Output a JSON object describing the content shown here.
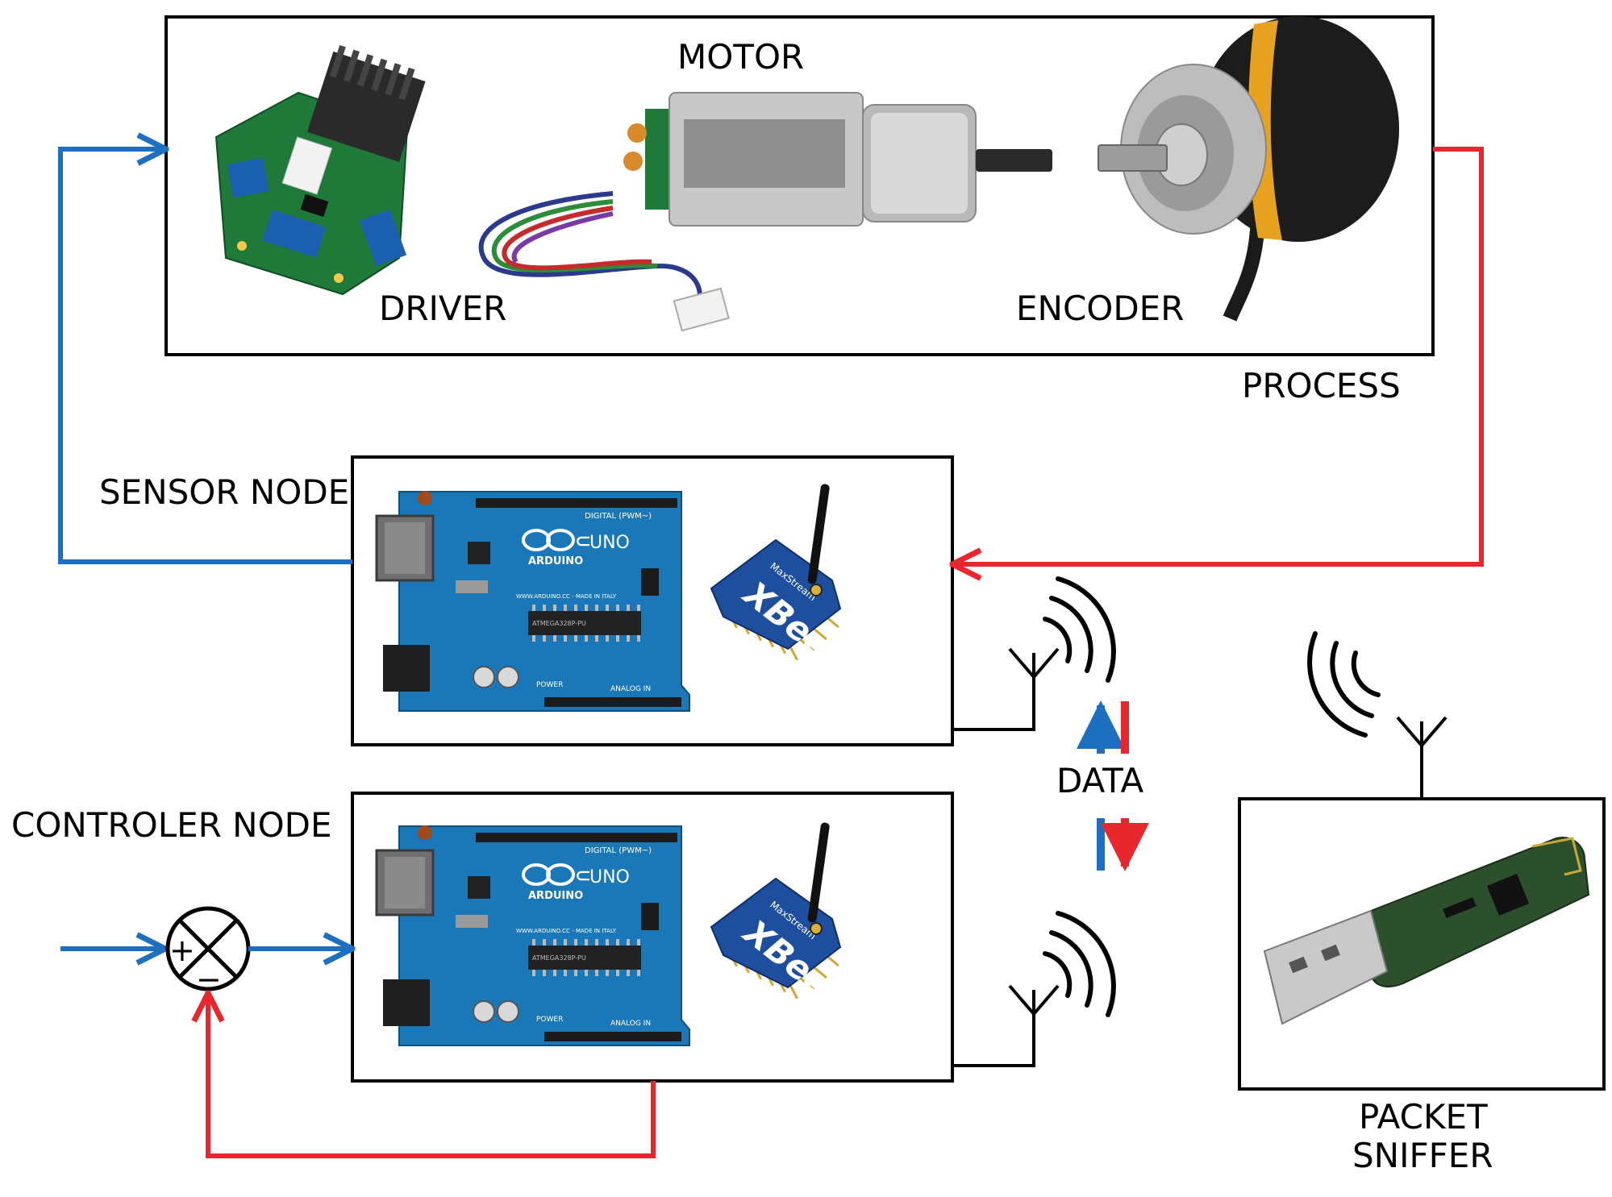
{
  "labels": {
    "motor": "MOTOR",
    "driver": "DRIVER",
    "encoder": "ENCODER",
    "process": "PROCESS",
    "sensor_node": "SENSOR NODE",
    "controler_node": "CONTROLER NODE",
    "data": "DATA",
    "packet": "PACKET",
    "sniffer": "SNIFFER"
  },
  "board": {
    "uno": "UNO",
    "arduino": "ARDUINO",
    "digital": "DIGITAL (PWM~)",
    "analog_in": "ANALOG IN",
    "power": "POWER",
    "chip": "ATMEGA328P-PU",
    "made_in": "WWW.ARDUINO.CC - MADE IN ITALY"
  },
  "xbee": {
    "brand": "XBee",
    "maker": "MaxStream"
  },
  "junction": {
    "plus": "+",
    "minus": "−"
  },
  "colors": {
    "feedback_blue": "#1f6fc0",
    "signal_red": "#e8262d",
    "board_blue": "#1a78b8",
    "pcb_green": "#1f7a3a",
    "frame": "#000000"
  },
  "icons": [
    "motor-driver-image",
    "dc-motor-image",
    "rotary-encoder-image",
    "arduino-uno-image",
    "xbee-module-image",
    "antenna-icon",
    "radio-wave-icon",
    "usb-sniffer-image",
    "summing-junction-icon"
  ]
}
